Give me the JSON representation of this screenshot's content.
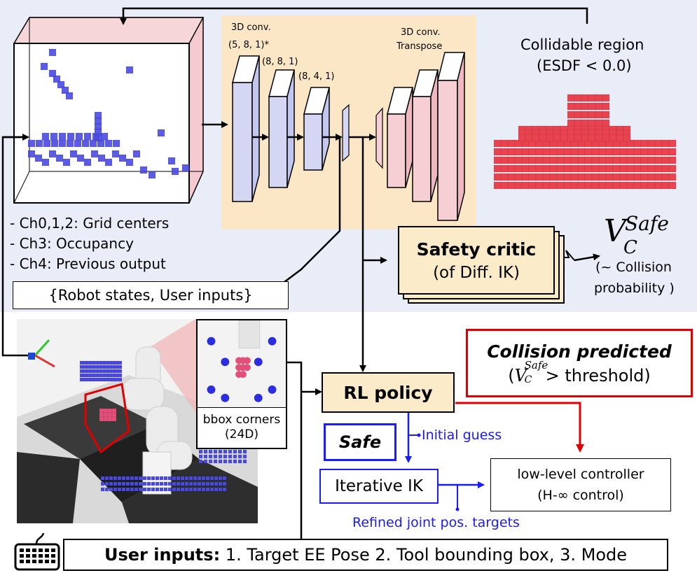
{
  "conv": {
    "label": "3D conv.",
    "layer1": "(5, 8, 1)*",
    "layer2": "(8, 8, 1)",
    "layer3": "(8, 4, 1)",
    "transpose_label_line1": "3D conv.",
    "transpose_label_line2": "Transpose"
  },
  "collidable": {
    "line1": "Collidable region",
    "line2": "(ESDF < 0.0)"
  },
  "channels": [
    "- Ch0,1,2: Grid centers",
    "- Ch3: Occupancy",
    "- Ch4: Previous output"
  ],
  "robot_states": "{Robot states, User inputs}",
  "safety_critic": {
    "title": "Safety critic",
    "subtitle": "(of Diff. IK)"
  },
  "value": {
    "symbol": "V",
    "subscript": "C",
    "superscript": "Safe",
    "note_line1": "(~ Collision",
    "note_line2": "probability )"
  },
  "collision_predicted": {
    "title": "Collision predicted",
    "cond_open": "(",
    "cond_rest": "> threshold)"
  },
  "rl_policy": "RL policy",
  "bbox": {
    "line1": "bbox corners",
    "line2": "(24D)"
  },
  "safe_label": "Safe",
  "initial_guess": "Initial guess",
  "iterative_ik": "Iterative IK",
  "low_level": {
    "line1": "low-level controller",
    "line2": "(H-∞ control)"
  },
  "refined": "Refined joint pos. targets",
  "user_inputs": {
    "bold": "User inputs:",
    "rest": " 1. Target EE Pose 2. Tool bounding box, 3. Mode"
  },
  "colors": {
    "top_panel": "#e8edf8",
    "conv_panel": "#fbe7c6",
    "encoder_layer": "#d4d6f4",
    "decoder_layer": "#f6cfd4",
    "occupancy_voxel": "#4a4ae0",
    "collision_voxel": "#e8434f",
    "critic_fill": "#fcebc9",
    "alert_red": "#e00000",
    "label_blue": "#1a1aff"
  }
}
